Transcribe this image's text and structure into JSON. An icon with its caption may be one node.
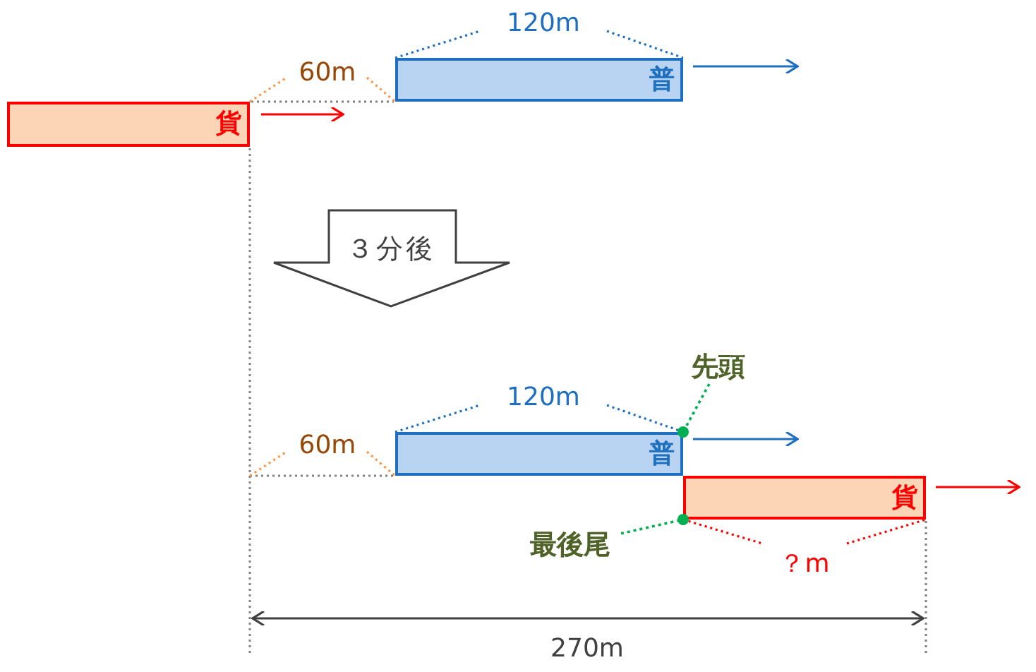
{
  "diagram": {
    "nodes": [
      {
        "text": [
          "貨"
        ]
      },
      {
        "text": [
          "普"
        ]
      },
      {
        "text": [
          "３分後"
        ]
      },
      {
        "text": [
          "普"
        ]
      },
      {
        "text": [
          "貨"
        ]
      },
      {
        "text": [
          "先頭"
        ]
      },
      {
        "text": [],
        "shape": "circle"
      },
      {
        "text": [
          "最後尾"
        ]
      },
      {
        "text": [],
        "shape": "circle"
      }
    ],
    "edges": [
      {
        "from": 5,
        "to": 6,
        "arrow": "none",
        "style": "dashed"
      },
      {
        "from": 7,
        "to": 8,
        "arrow": "none",
        "style": "dashed"
      }
    ],
    "labels": [
      "120m",
      "60m",
      "120m",
      "60m",
      "？m",
      "270m"
    ]
  }
}
